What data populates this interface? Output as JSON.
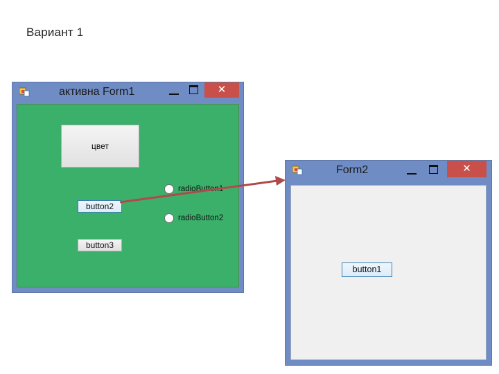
{
  "slide": {
    "title": "Вариант 1"
  },
  "form1": {
    "title": "активна Form1",
    "client_color": "#3bb06b",
    "color_button_label": "цвет",
    "button2_label": "button2",
    "button3_label": "button3",
    "radio1_label": "radioButton1",
    "radio2_label": "radioButton2",
    "minimize_glyph": "—",
    "close_glyph": "✕"
  },
  "form2": {
    "title": "Form2",
    "client_color": "#f0f0f0",
    "button1_label": "button1",
    "close_glyph": "✕"
  },
  "arrow": {
    "color": "#b04a4a",
    "from": "button2",
    "to": "form2"
  },
  "colors": {
    "window_frame": "#6f8cc4",
    "close_button": "#c9504a"
  }
}
